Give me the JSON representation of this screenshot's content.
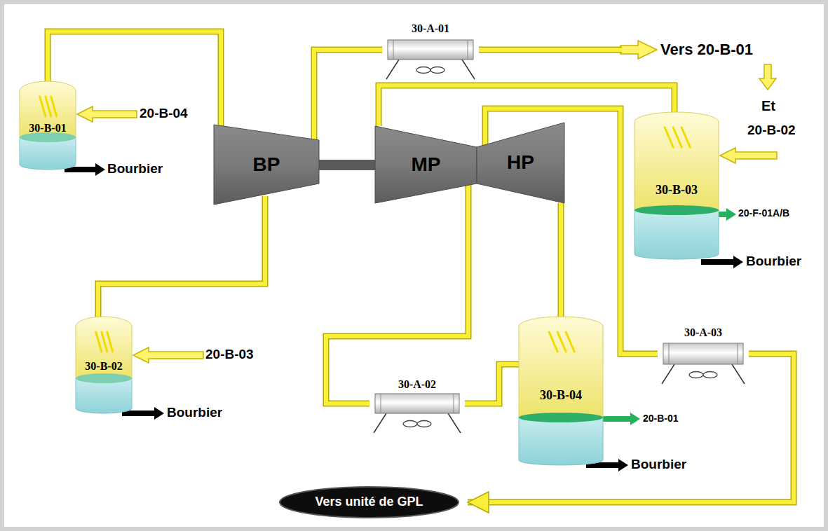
{
  "diagram": {
    "nodes": [
      {
        "text": [
          "30-B-01"
        ]
      },
      {
        "text": [
          "30-A-01"
        ]
      },
      {
        "text": [
          "BP"
        ]
      },
      {
        "text": [
          "MP"
        ]
      },
      {
        "text": [
          "HP"
        ]
      },
      {
        "text": [
          "30-B-03"
        ]
      },
      {
        "text": [
          "30-B-02"
        ]
      },
      {
        "text": [
          "30-A-02"
        ]
      },
      {
        "text": [
          "30-B-04"
        ]
      },
      {
        "text": [
          "30-A-03"
        ]
      },
      {
        "text": [
          "Vers unité de GPL"
        ]
      }
    ],
    "edges": [
      {
        "from": 0,
        "to": 2,
        "arrow": "none"
      },
      {
        "from": 2,
        "to": 1,
        "arrow": "none"
      },
      {
        "from": 6,
        "to": 2,
        "arrow": "none"
      },
      {
        "from": 5,
        "to": 3,
        "arrow": "none"
      },
      {
        "from": 3,
        "to": 7,
        "arrow": "none"
      },
      {
        "from": 7,
        "to": 8,
        "arrow": "none"
      },
      {
        "from": 8,
        "to": 4,
        "arrow": "none"
      },
      {
        "from": 4,
        "to": 9,
        "arrow": "none"
      },
      {
        "from": 9,
        "to": 10,
        "arrow": "to"
      }
    ],
    "labels": [
      "Vers 20-B-01",
      "Et",
      "20-B-04",
      "20-B-02",
      "Bourbier",
      "20-F-01A/B",
      "Bourbier",
      "20-B-03",
      "Bourbier",
      "20-B-01",
      "Bourbier"
    ]
  }
}
